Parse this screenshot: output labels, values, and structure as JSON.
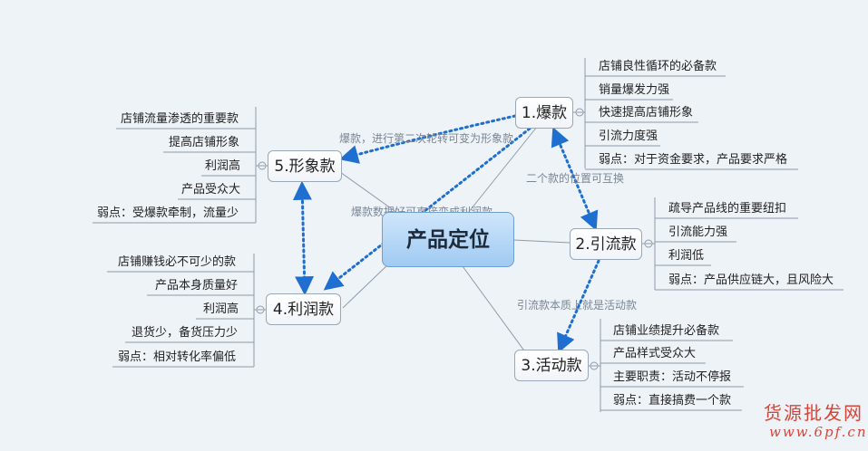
{
  "center": {
    "label": "产品定位"
  },
  "nodes": {
    "baokuan": {
      "label": "1.爆款",
      "leaves": [
        "店铺良性循环的必备款",
        "销量爆发力强",
        "快速提高店铺形象",
        "引流力度强",
        "弱点：对于资金要求，产品要求严格"
      ]
    },
    "yinliu": {
      "label": "2.引流款",
      "leaves": [
        "疏导产品线的重要纽扣",
        "引流能力强",
        "利润低",
        "弱点：产品供应链大，且风险大"
      ]
    },
    "huodong": {
      "label": "3.活动款",
      "leaves": [
        "店铺业绩提升必备款",
        "产品样式受众大",
        "主要职责：活动不停报",
        "弱点：直接搞费一个款"
      ]
    },
    "lirun": {
      "label": "4.利润款",
      "leaves": [
        "店铺赚钱必不可少的款",
        "产品本身质量好",
        "利润高",
        "退货少，备货压力少",
        "弱点：相对转化率偏低"
      ]
    },
    "xingxiang": {
      "label": "5.形象款",
      "leaves": [
        "店铺流量渗透的重要款",
        "提高店铺形象",
        "利润高",
        "产品受众大",
        "弱点：受爆款牵制，流量少"
      ]
    }
  },
  "relations": {
    "bao_to_xingxiang": "爆款，进行第二次轮转可变为形象款",
    "bao_to_lirun": "爆款数据好可直接变成利润款",
    "bao_yinliu_swap": "二个款的位置可互换",
    "yinliu_to_huodong": "引流款本质上就是活动款"
  },
  "watermark": {
    "line1": "货源批发网",
    "line2": "www.6pf.cn"
  },
  "colors": {
    "background": "#eef3f8",
    "center_fill": "#aed3f5",
    "node_border": "#9aa7b6",
    "connector": "#8d9aa8",
    "dotted_arrow": "#1f6fd1",
    "watermark": "#d94436"
  }
}
